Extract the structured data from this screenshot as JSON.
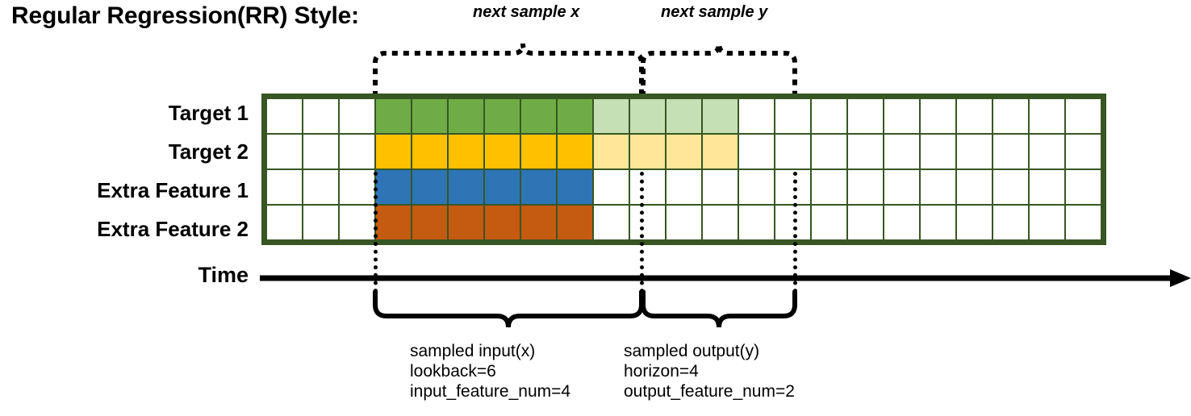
{
  "page": {
    "title": "Regular Regression(RR) Style:"
  },
  "annotations": {
    "top": [
      {
        "id": "next-sample-x",
        "text": "next sample x"
      },
      {
        "id": "next-sample-y",
        "text": "next sample y"
      }
    ]
  },
  "axis": {
    "time_label": "Time",
    "arrow": "right-arrow"
  },
  "chart_data": {
    "type": "heatmap",
    "title": "Regular Regression(RR) Style:",
    "xlabel": "Time",
    "ylabel": "",
    "grid": true,
    "legend_position": "none",
    "columns": 23,
    "rows": 4,
    "row_labels": [
      "Target 1",
      "Target 2",
      "Extra Feature 1",
      "Extra Feature 2"
    ],
    "segments": {
      "leading_blank": 3,
      "input_window": 6,
      "output_window": 4,
      "trailing_blank": 10
    },
    "colors": {
      "border": "#375623",
      "blank": "#ffffff",
      "target1": "#6FAC46",
      "target2": "#FFC000",
      "extra1": "#2E75B6",
      "extra2": "#C55A11",
      "target1_faded": "#C5E0B4",
      "target2_faded": "#FFE699",
      "line": "#000000"
    },
    "cells": [
      [
        "blank",
        "blank",
        "blank",
        "target1",
        "target1",
        "target1",
        "target1",
        "target1",
        "target1",
        "target1_faded",
        "target1_faded",
        "target1_faded",
        "target1_faded",
        "blank",
        "blank",
        "blank",
        "blank",
        "blank",
        "blank",
        "blank",
        "blank",
        "blank",
        "blank"
      ],
      [
        "blank",
        "blank",
        "blank",
        "target2",
        "target2",
        "target2",
        "target2",
        "target2",
        "target2",
        "target2_faded",
        "target2_faded",
        "target2_faded",
        "target2_faded",
        "blank",
        "blank",
        "blank",
        "blank",
        "blank",
        "blank",
        "blank",
        "blank",
        "blank",
        "blank"
      ],
      [
        "blank",
        "blank",
        "blank",
        "extra1",
        "extra1",
        "extra1",
        "extra1",
        "extra1",
        "extra1",
        "blank",
        "blank",
        "blank",
        "blank",
        "blank",
        "blank",
        "blank",
        "blank",
        "blank",
        "blank",
        "blank",
        "blank",
        "blank",
        "blank"
      ],
      [
        "blank",
        "blank",
        "blank",
        "extra2",
        "extra2",
        "extra2",
        "extra2",
        "extra2",
        "extra2",
        "blank",
        "blank",
        "blank",
        "blank",
        "blank",
        "blank",
        "blank",
        "blank",
        "blank",
        "blank",
        "blank",
        "blank",
        "blank",
        "blank"
      ]
    ]
  },
  "captions": {
    "input": {
      "line1": "sampled input(x)",
      "line2": "lookback=6",
      "line3": "input_feature_num=4"
    },
    "output": {
      "line1": "sampled output(y)",
      "line2": "horizon=4",
      "line3": "output_feature_num=2"
    }
  }
}
